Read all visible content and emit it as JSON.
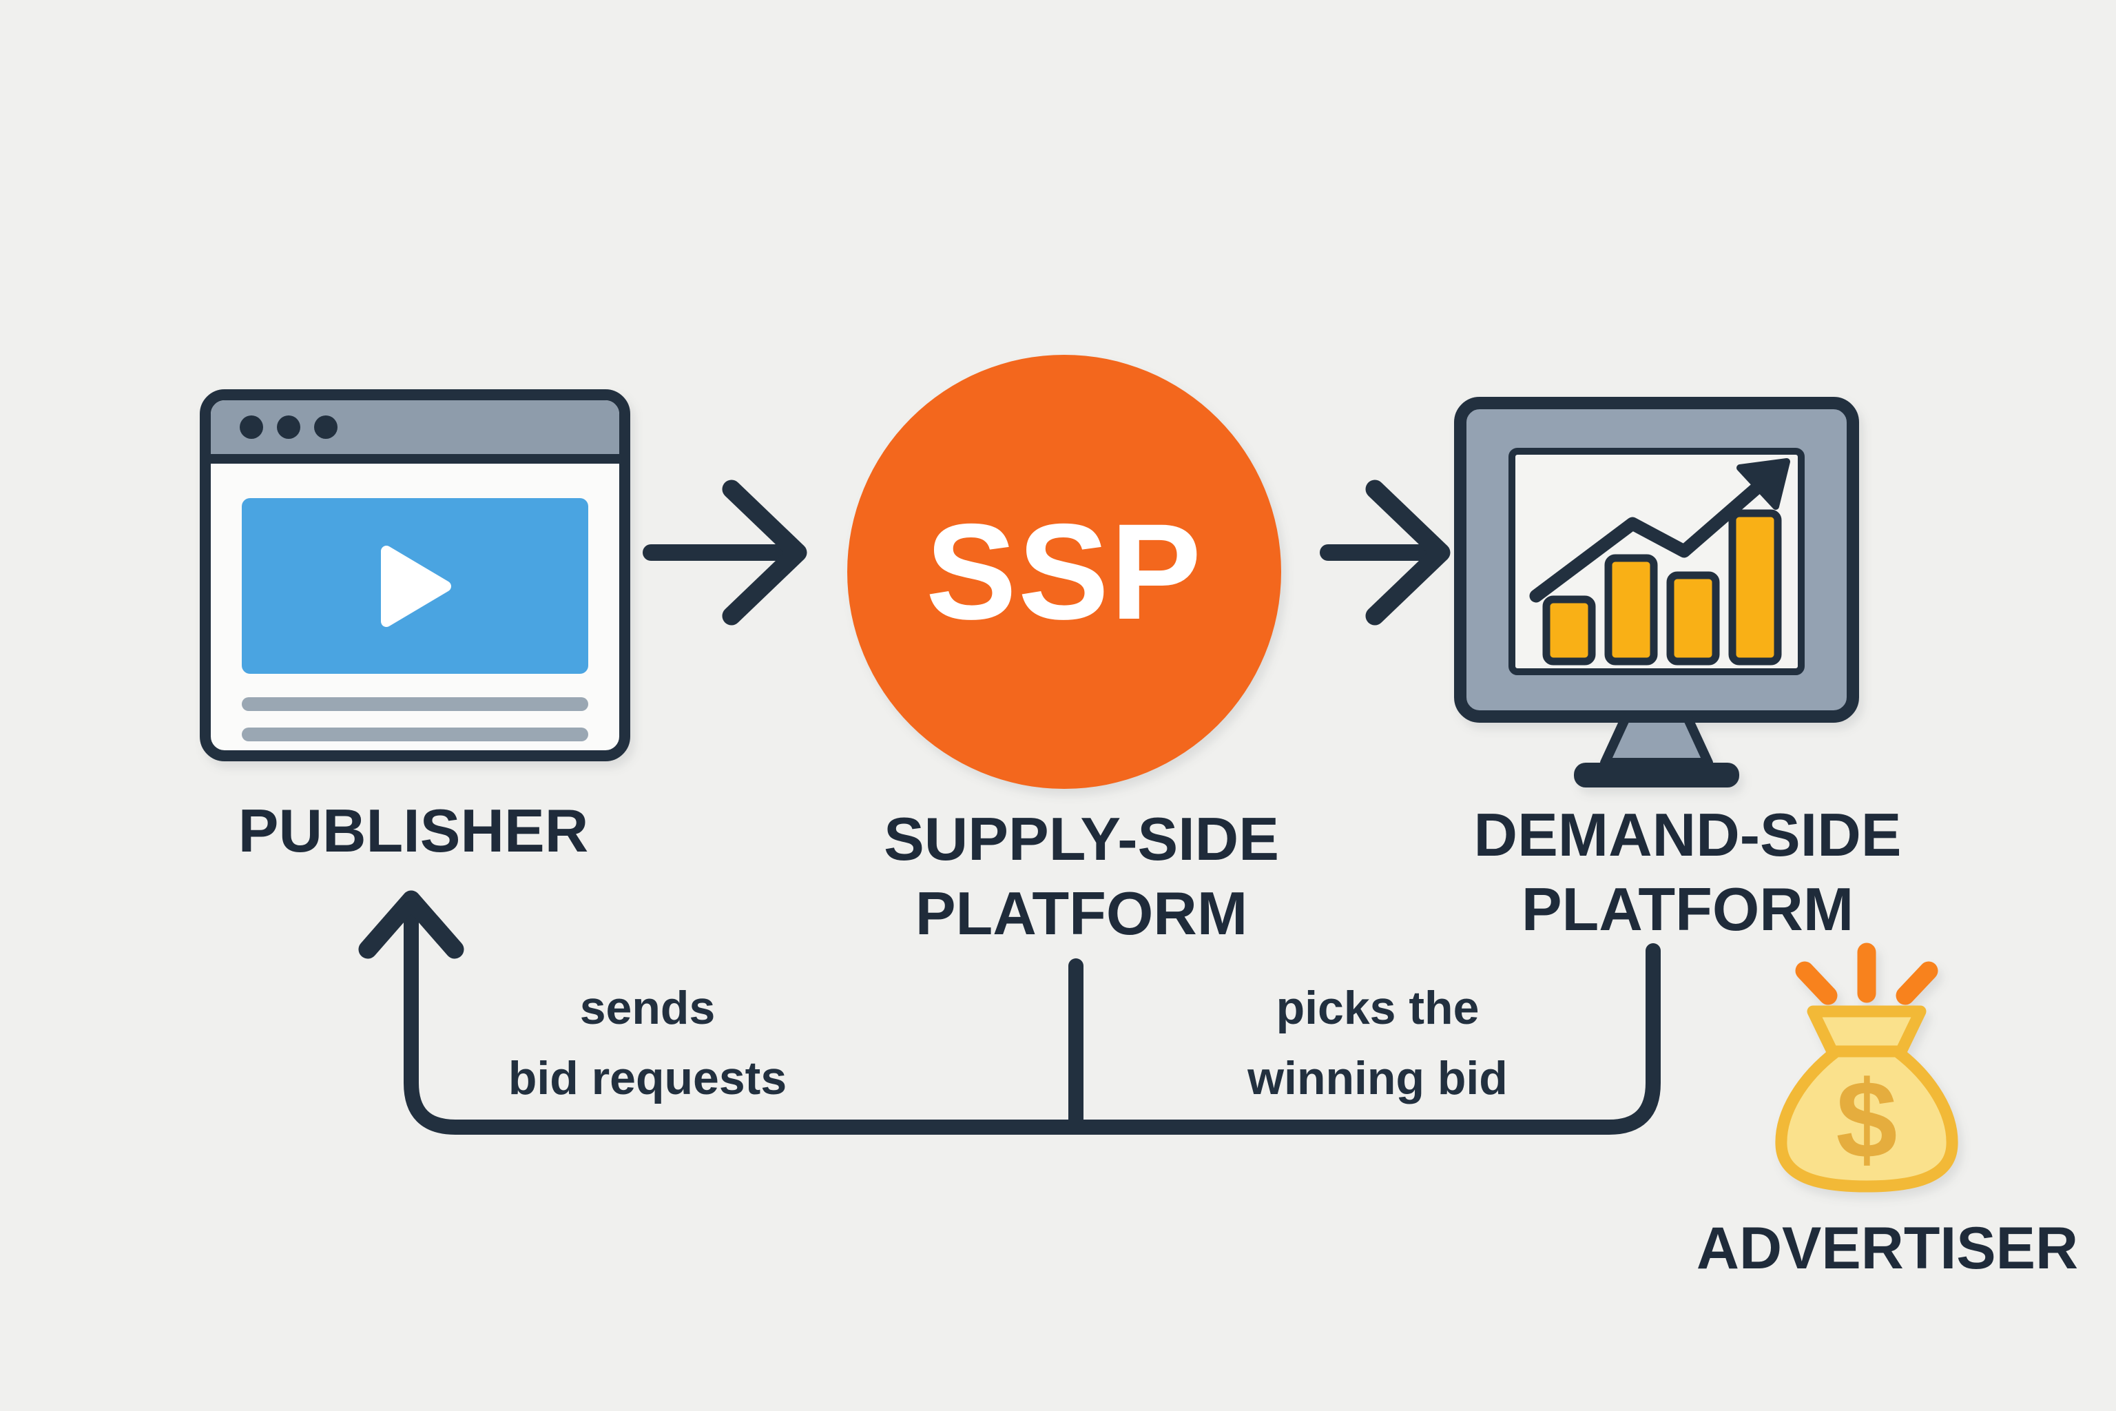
{
  "diagram": {
    "publisher": {
      "label": "PUBLISHER"
    },
    "ssp": {
      "abbr": "SSP",
      "label1": "SUPPLY-SIDE",
      "label2": "PLATFORM"
    },
    "dsp": {
      "label1": "DEMAND-SIDE",
      "label2": "PLATFORM"
    },
    "advertiser": {
      "label": "ADVERTISER",
      "dollar": "$"
    },
    "captions": {
      "sends1": "sends",
      "sends2": "bid requests",
      "picks1": "picks the",
      "picks2": "winning bid"
    },
    "colors": {
      "background": "#f0f0ee",
      "ink_navy": "#22303f",
      "ssp_orange": "#f3671d",
      "video_blue": "#4aa4e1",
      "titlebar_gray": "#8e9cab",
      "bezel_gray": "#94a2b2",
      "bar_yellow": "#f9b016",
      "bag_fill": "#fae18c",
      "bag_outline": "#f2b937",
      "dollar_gold": "#e5ad3e",
      "spark_orange": "#f8821d"
    }
  }
}
